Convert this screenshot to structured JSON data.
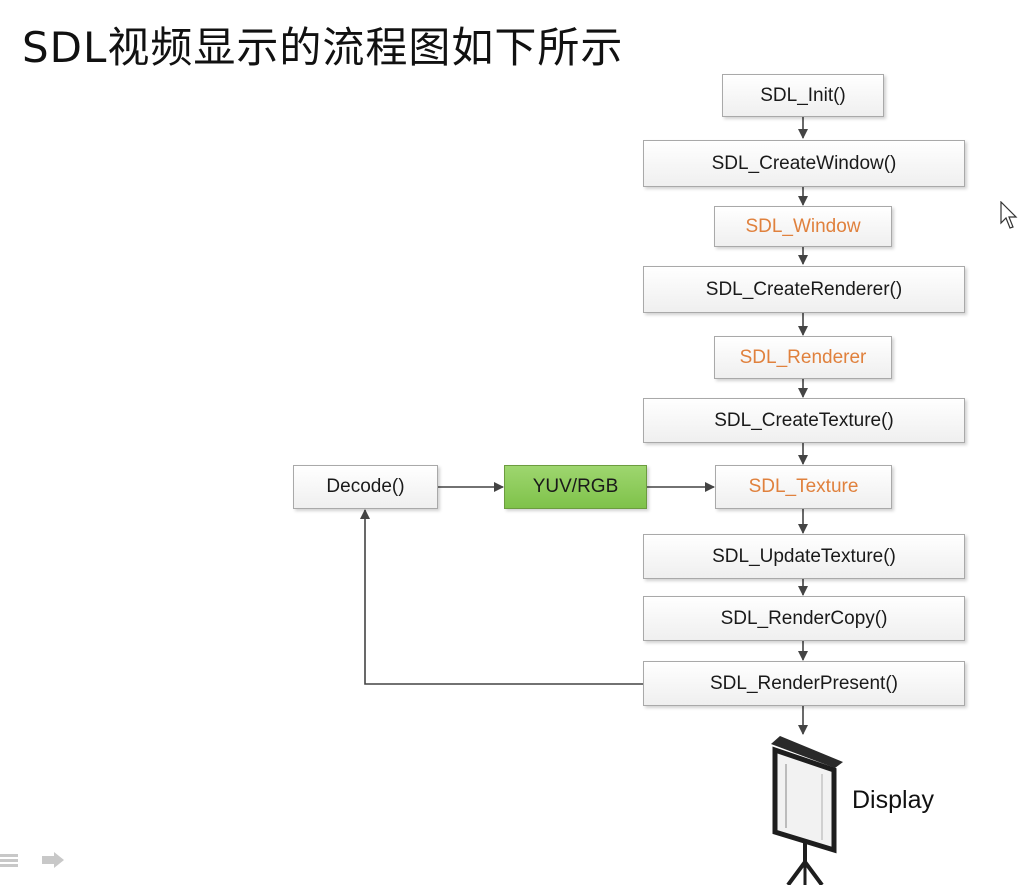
{
  "title": "SDL视频显示的流程图如下所示",
  "nodes": {
    "init": "SDL_Init()",
    "create_window": "SDL_CreateWindow()",
    "window": "SDL_Window",
    "create_renderer": "SDL_CreateRenderer()",
    "renderer": "SDL_Renderer",
    "create_texture": "SDL_CreateTexture()",
    "texture": "SDL_Texture",
    "decode": "Decode()",
    "yuv_rgb": "YUV/RGB",
    "update_texture": "SDL_UpdateTexture()",
    "render_copy": "SDL_RenderCopy()",
    "render_present": "SDL_RenderPresent()"
  },
  "display_label": "Display",
  "colors": {
    "object_text": "#e0813d",
    "data_fill": "#8ccb5a",
    "arrow": "#444444",
    "box_border": "#a9a9a9"
  },
  "icons": [
    "projector-screen-icon",
    "mouse-cursor-icon",
    "slide-nav-icon"
  ]
}
